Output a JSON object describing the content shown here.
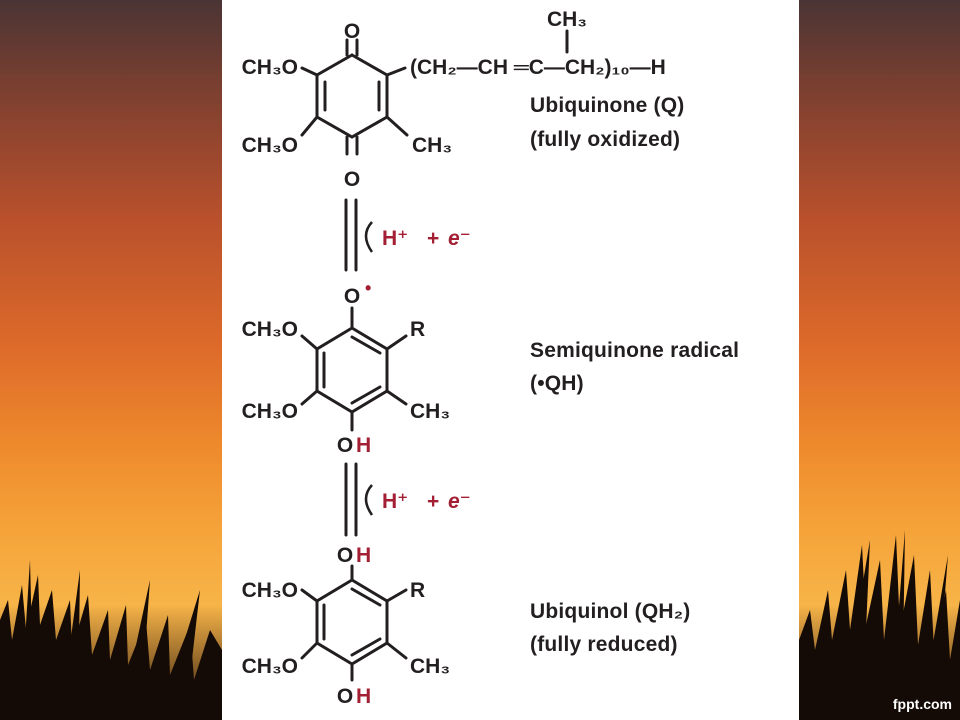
{
  "structures": {
    "quinone": {
      "o_top": "O",
      "o_bottom": "O",
      "och3_top": "CH₃O",
      "och3_bottom": "CH₃O",
      "ch3": "CH₃",
      "chain": "(CH₂—CH ═C—CH₂)₁₀—H",
      "chain_ch3": "CH₃"
    },
    "semiquinone": {
      "o_top": "O",
      "radical_dot": "•",
      "oh_bottom_o": "O",
      "oh_bottom_h": "H",
      "och3_top": "CH₃O",
      "och3_bottom": "CH₃O",
      "r": "R",
      "ch3": "CH₃"
    },
    "quinol": {
      "oh_top_o": "O",
      "oh_top_h": "H",
      "oh_bottom_o": "O",
      "oh_bottom_h": "H",
      "och3_top": "CH₃O",
      "och3_bottom": "CH₃O",
      "r": "R",
      "ch3": "CH₃"
    }
  },
  "reactions": [
    {
      "h": "H⁺",
      "plus": "+",
      "e": "e⁻"
    },
    {
      "h": "H⁺",
      "plus": "+",
      "e": "e⁻"
    }
  ],
  "labels": {
    "ubiquinone_name": "Ubiquinone (Q)",
    "ubiquinone_state": "(fully oxidized)",
    "semiquinone_name": "Semiquinone radical",
    "semiquinone_abbrev": "(•QH)",
    "ubiquinol_name": "Ubiquinol (QH₂)",
    "ubiquinol_state": "(fully reduced)"
  },
  "watermark": "fppt.com",
  "colors": {
    "ink": "#231f20",
    "accent_red": "#a31f34",
    "slide_bg": "#ffffff"
  }
}
